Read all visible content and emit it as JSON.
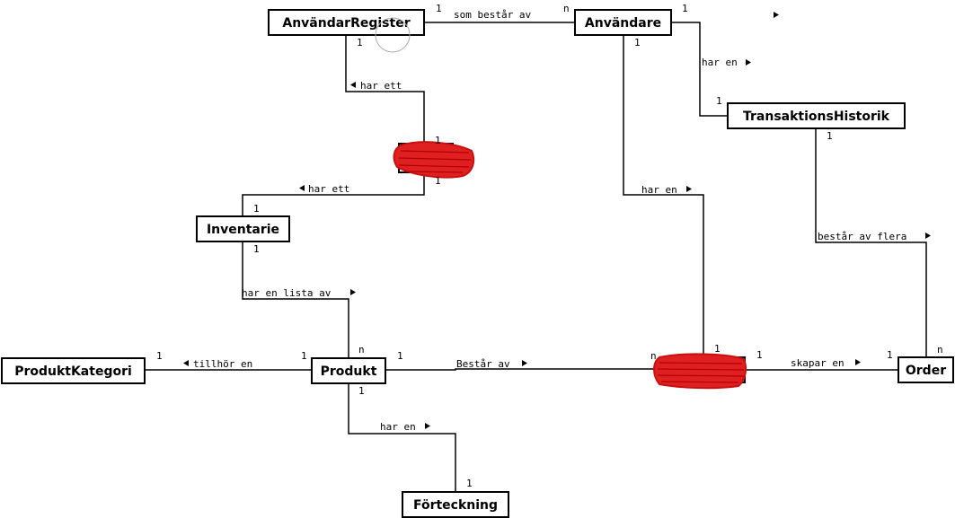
{
  "entities": {
    "anvandarregister": "AnvändarRegister",
    "anvandare": "Användare",
    "transaktionshistorik": "TransaktionsHistorik",
    "inventarie": "Inventarie",
    "produktkategori": "ProduktKategori",
    "produkt": "Produkt",
    "order": "Order",
    "forteckning": "Förteckning"
  },
  "relations": {
    "register_anvandare": "som består av",
    "register_har_ett": "har ett",
    "redacted_inventarie": "har ett",
    "anvandare_trans": "har en",
    "anvandare_redacted": "har en",
    "trans_order": "består av flera",
    "inventarie_produkt": "har en lista av",
    "produkt_kategori": "tillhör en",
    "produkt_redacted": "Består av",
    "redacted_order": "skapar en",
    "produkt_forteckning": "har en"
  },
  "multiplicities": {
    "m1": "1",
    "m2": "n",
    "m3": "1",
    "m4": "1",
    "m5": "1",
    "m6": "1",
    "m7": "1",
    "m8": "1",
    "m9": "1",
    "m10": "1",
    "m11": "1",
    "m12": "1",
    "m13": "n",
    "m14": "1",
    "m15": "1",
    "m16": "1",
    "m17": "n",
    "m18": "1",
    "m19": "1",
    "m20": "1",
    "m21": "n",
    "m22": "1",
    "m23": "1"
  },
  "colors": {
    "redaction": "#e02020",
    "stroke": "#000000"
  }
}
